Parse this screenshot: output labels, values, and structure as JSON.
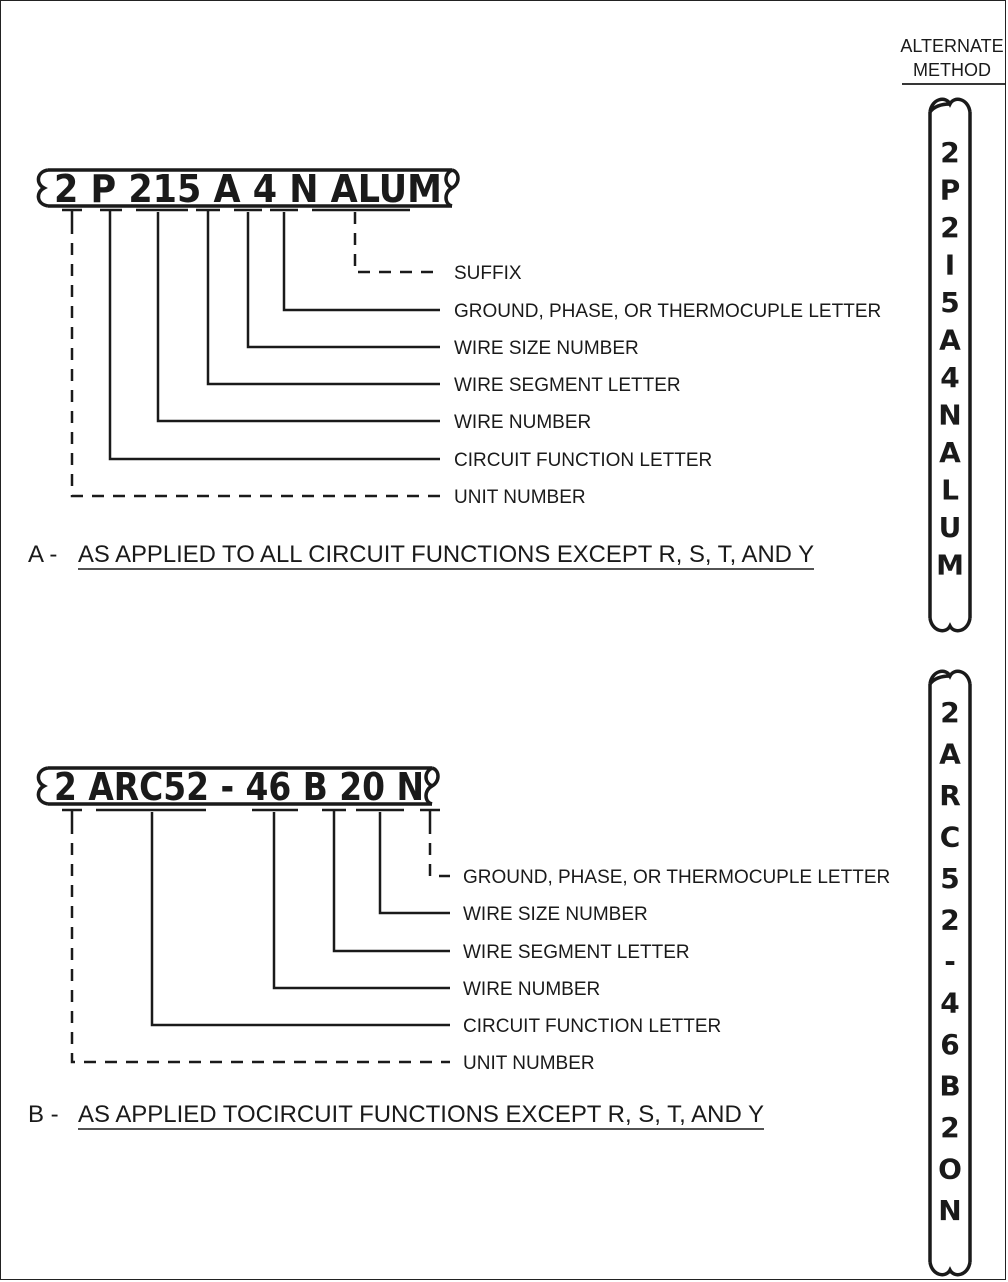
{
  "alternate_header": {
    "line1": "ALTERNATE",
    "line2": "METHOD"
  },
  "section_a": {
    "wire_text": "2 P 215 A 4 N ALUM",
    "callouts": {
      "suffix": "SUFFIX",
      "ground_phase": "GROUND, PHASE, OR THERMOCUPLE  LETTER",
      "wire_size": "WIRE SIZE NUMBER",
      "wire_segment": "WIRE SEGMENT LETTER",
      "wire_number": "WIRE NUMBER",
      "circuit_function": "CIRCUIT FUNCTION LETTER",
      "unit_number": "UNIT NUMBER"
    },
    "caption_prefix": "A - ",
    "caption": "AS APPLIED TO ALL CIRCUIT FUNCTIONS EXCEPT R, S, T, AND Y",
    "vertical_chars": [
      "2",
      "P",
      "2",
      "I",
      "5",
      "A",
      "4",
      "N",
      "A",
      "L",
      "U",
      "M"
    ]
  },
  "section_b": {
    "wire_text": "2 ARC52 - 46  B 20 N",
    "callouts": {
      "ground_phase": "GROUND, PHASE, OR THERMOCUPLE  LETTER",
      "wire_size": "WIRE SIZE NUMBER",
      "wire_segment": "WIRE SEGMENT LETTER",
      "wire_number": "WIRE NUMBER",
      "circuit_function": "CIRCUIT FUNCTION LETTER",
      "unit_number": "UNIT NUMBER"
    },
    "caption_prefix": "B - ",
    "caption": "AS APPLIED TOCIRCUIT FUNCTIONS EXCEPT R, S, T, AND Y",
    "vertical_chars": [
      "2",
      "A",
      "R",
      "C",
      "5",
      "2",
      "-",
      "4",
      "6",
      "B",
      "2",
      "O",
      "N"
    ]
  }
}
